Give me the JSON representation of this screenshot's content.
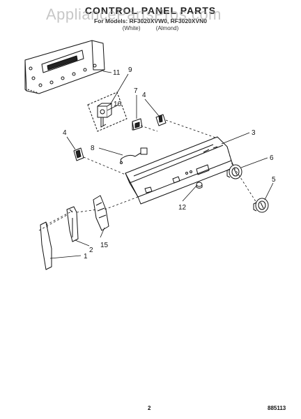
{
  "header": {
    "title": "CONTROL PANEL PARTS",
    "models": "For Models: RF3020XVW0, RF3020XVN0",
    "variant_white": "(White)",
    "variant_almond": "(Almond)"
  },
  "watermark": "AppliancePartsPros.com",
  "callouts": [
    "1",
    "2",
    "3",
    "4",
    "4",
    "5",
    "6",
    "7",
    "8",
    "9",
    "11",
    "12",
    "15",
    "16"
  ],
  "footer": {
    "page_number": "2",
    "doc_code": "885113"
  }
}
